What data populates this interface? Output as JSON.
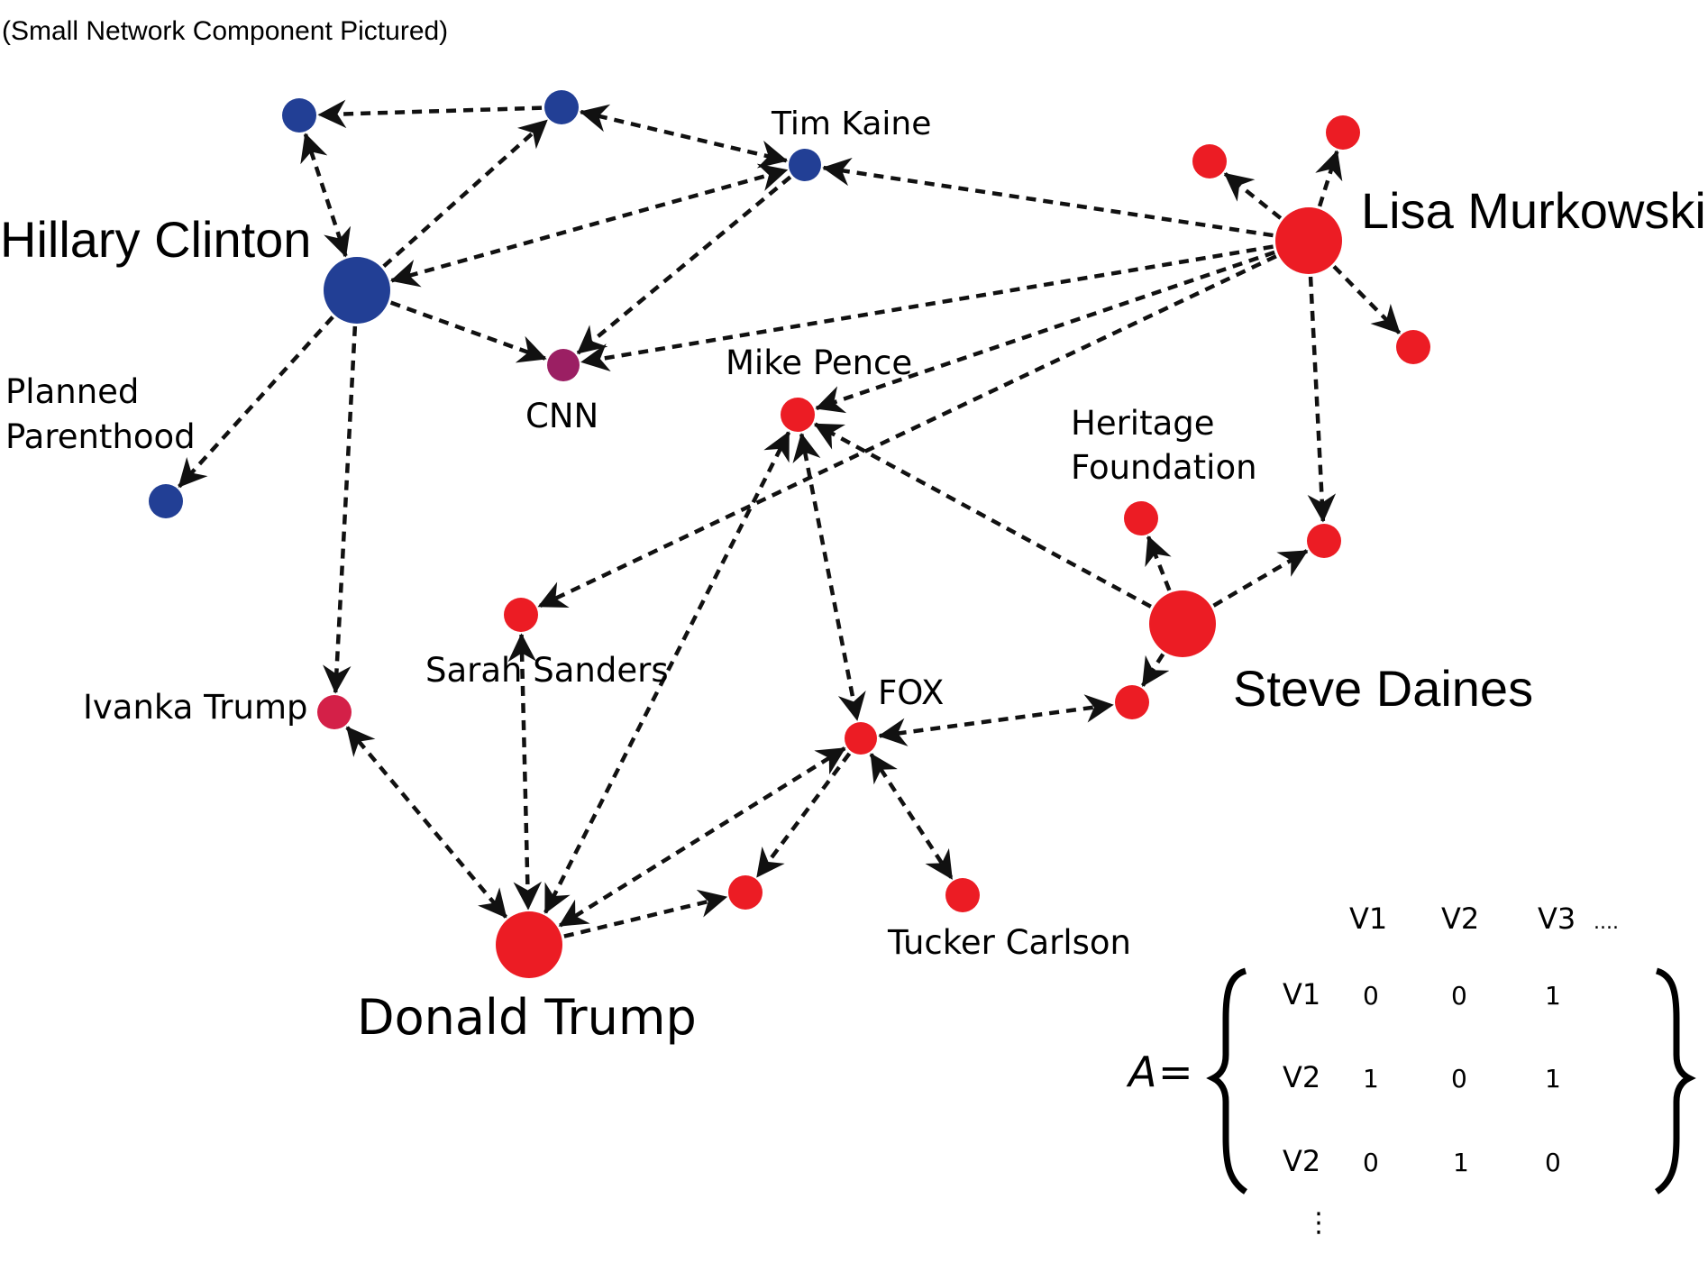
{
  "caption": "(Small Network Component Pictured)",
  "colors": {
    "democrat": "#223f95",
    "republican": "#ec1c24",
    "media_cnn": "#9b1f63",
    "mixed": "#d42048",
    "edge": "#111111"
  },
  "nodes": [
    {
      "id": "clinton",
      "label": "Hillary Clinton",
      "party": "democrat",
      "size": "large"
    },
    {
      "id": "blue_left",
      "label": "",
      "party": "democrat",
      "size": "small"
    },
    {
      "id": "blue_right",
      "label": "",
      "party": "democrat",
      "size": "small"
    },
    {
      "id": "kaine",
      "label": "Tim Kaine",
      "party": "democrat",
      "size": "small"
    },
    {
      "id": "planned_parenthood",
      "label": "Planned Parenthood",
      "party": "democrat",
      "size": "small"
    },
    {
      "id": "cnn",
      "label": "CNN",
      "party": "media_cnn",
      "size": "small"
    },
    {
      "id": "ivanka",
      "label": "Ivanka Trump",
      "party": "mixed",
      "size": "small"
    },
    {
      "id": "murkowski",
      "label": "Lisa Murkowski",
      "party": "republican",
      "size": "large"
    },
    {
      "id": "murk_a",
      "label": "",
      "party": "republican",
      "size": "small"
    },
    {
      "id": "murk_b",
      "label": "",
      "party": "republican",
      "size": "small"
    },
    {
      "id": "murk_c",
      "label": "",
      "party": "republican",
      "size": "small"
    },
    {
      "id": "pence",
      "label": "Mike Pence",
      "party": "republican",
      "size": "small"
    },
    {
      "id": "sanders",
      "label": "Sarah Sanders",
      "party": "republican",
      "size": "small"
    },
    {
      "id": "heritage",
      "label": "Heritage Foundation",
      "party": "republican",
      "size": "small"
    },
    {
      "id": "daines",
      "label": "Steve Daines",
      "party": "republican",
      "size": "large"
    },
    {
      "id": "daines_right",
      "label": "",
      "party": "republican",
      "size": "small"
    },
    {
      "id": "daines_low",
      "label": "",
      "party": "republican",
      "size": "small"
    },
    {
      "id": "fox",
      "label": "FOX",
      "party": "republican",
      "size": "small"
    },
    {
      "id": "trump",
      "label": "Donald Trump",
      "party": "republican",
      "size": "large"
    },
    {
      "id": "trump_side",
      "label": "",
      "party": "republican",
      "size": "small"
    },
    {
      "id": "carlson",
      "label": "Tucker Carlson",
      "party": "republican",
      "size": "small"
    }
  ],
  "edges": [
    {
      "from": "blue_right",
      "to": "blue_left",
      "bidirectional": false
    },
    {
      "from": "blue_left",
      "to": "clinton",
      "bidirectional": true
    },
    {
      "from": "clinton",
      "to": "blue_right",
      "bidirectional": false
    },
    {
      "from": "blue_right",
      "to": "kaine",
      "bidirectional": true
    },
    {
      "from": "clinton",
      "to": "kaine",
      "bidirectional": true
    },
    {
      "from": "kaine",
      "to": "cnn",
      "bidirectional": false
    },
    {
      "from": "murkowski",
      "to": "kaine",
      "bidirectional": false
    },
    {
      "from": "clinton",
      "to": "cnn",
      "bidirectional": false
    },
    {
      "from": "murkowski",
      "to": "cnn",
      "bidirectional": false
    },
    {
      "from": "clinton",
      "to": "planned_parenthood",
      "bidirectional": false
    },
    {
      "from": "clinton",
      "to": "ivanka",
      "bidirectional": false
    },
    {
      "from": "murkowski",
      "to": "pence",
      "bidirectional": false
    },
    {
      "from": "murkowski",
      "to": "sanders",
      "bidirectional": false
    },
    {
      "from": "murkowski",
      "to": "daines_right",
      "bidirectional": false
    },
    {
      "from": "murkowski",
      "to": "murk_a",
      "bidirectional": false
    },
    {
      "from": "murkowski",
      "to": "murk_b",
      "bidirectional": false
    },
    {
      "from": "murkowski",
      "to": "murk_c",
      "bidirectional": false
    },
    {
      "from": "ivanka",
      "to": "trump",
      "bidirectional": true
    },
    {
      "from": "sanders",
      "to": "trump",
      "bidirectional": true
    },
    {
      "from": "pence",
      "to": "trump",
      "bidirectional": true
    },
    {
      "from": "pence",
      "to": "fox",
      "bidirectional": true
    },
    {
      "from": "daines",
      "to": "pence",
      "bidirectional": false
    },
    {
      "from": "fox",
      "to": "trump",
      "bidirectional": true
    },
    {
      "from": "trump",
      "to": "trump_side",
      "bidirectional": false
    },
    {
      "from": "fox",
      "to": "trump_side",
      "bidirectional": false
    },
    {
      "from": "fox",
      "to": "carlson",
      "bidirectional": true
    },
    {
      "from": "fox",
      "to": "daines_low",
      "bidirectional": true
    },
    {
      "from": "daines",
      "to": "heritage",
      "bidirectional": false
    },
    {
      "from": "daines",
      "to": "daines_right",
      "bidirectional": false
    },
    {
      "from": "daines",
      "to": "daines_low",
      "bidirectional": false
    }
  ],
  "matrix": {
    "symbol": "A",
    "equals": "=",
    "col_headers": [
      "V1",
      "V2",
      "V3"
    ],
    "col_ellipsis": "....",
    "rows": [
      {
        "label": "V1",
        "values": [
          "0",
          "0",
          "1"
        ]
      },
      {
        "label": "V2",
        "values": [
          "1",
          "0",
          "1"
        ]
      },
      {
        "label": "V2",
        "values": [
          "0",
          "1",
          "0"
        ]
      }
    ],
    "row_ellipsis": "⋮"
  }
}
